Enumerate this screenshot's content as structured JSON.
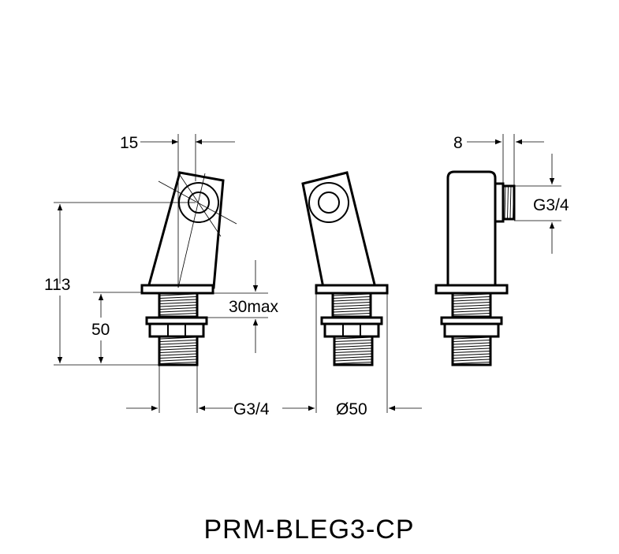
{
  "labels": {
    "width_15": "15",
    "height_113": "113",
    "height_50": "50",
    "thread_max": "30max",
    "thread_g34_bottom": "G3/4",
    "diameter_50": "Ø50",
    "width_8": "8",
    "thread_g34_side": "G3/4"
  },
  "title": "PRM-BLEG3-CP"
}
